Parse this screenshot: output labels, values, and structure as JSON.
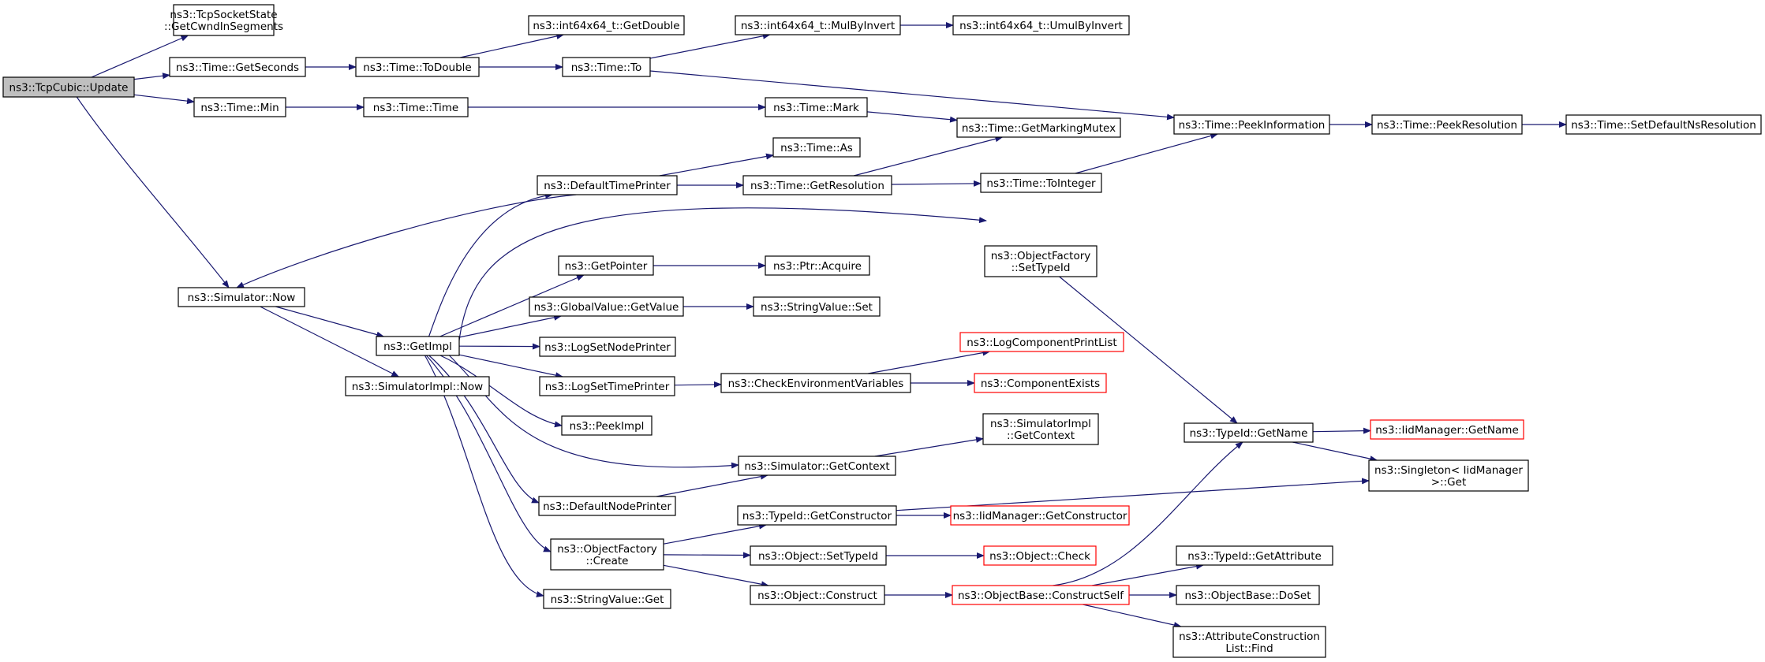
{
  "colors": {
    "edge": "#191970",
    "node_border": "#000000",
    "node_border_missing": "#ff0000",
    "root_fill": "#bfbfbf",
    "node_fill": "#ffffff"
  },
  "nodes": [
    {
      "id": "update",
      "lines": [
        "ns3::TcpCubic::Update"
      ],
      "root": true
    },
    {
      "id": "cwnd",
      "lines": [
        "ns3::TcpSocketState",
        "::GetCwndInSegments"
      ]
    },
    {
      "id": "getseconds",
      "lines": [
        "ns3::Time::GetSeconds"
      ]
    },
    {
      "id": "todouble",
      "lines": [
        "ns3::Time::ToDouble"
      ]
    },
    {
      "id": "getdouble",
      "lines": [
        "ns3::int64x64_t::GetDouble"
      ]
    },
    {
      "id": "to",
      "lines": [
        "ns3::Time::To"
      ]
    },
    {
      "id": "mulbyinv",
      "lines": [
        "ns3::int64x64_t::MulByInvert"
      ]
    },
    {
      "id": "umulbyinv",
      "lines": [
        "ns3::int64x64_t::UmulByInvert"
      ]
    },
    {
      "id": "min",
      "lines": [
        "ns3::Time::Min"
      ]
    },
    {
      "id": "timetime",
      "lines": [
        "ns3::Time::Time"
      ]
    },
    {
      "id": "mark",
      "lines": [
        "ns3::Time::Mark"
      ]
    },
    {
      "id": "mutex",
      "lines": [
        "ns3::Time::GetMarkingMutex"
      ]
    },
    {
      "id": "peekinfo",
      "lines": [
        "ns3::Time::PeekInformation"
      ]
    },
    {
      "id": "peekres",
      "lines": [
        "ns3::Time::PeekResolution"
      ]
    },
    {
      "id": "setdefres",
      "lines": [
        "ns3::Time::SetDefaultNsResolution"
      ]
    },
    {
      "id": "as",
      "lines": [
        "ns3::Time::As"
      ]
    },
    {
      "id": "deftp",
      "lines": [
        "ns3::DefaultTimePrinter"
      ]
    },
    {
      "id": "getres",
      "lines": [
        "ns3::Time::GetResolution"
      ]
    },
    {
      "id": "tointeger",
      "lines": [
        "ns3::Time::ToInteger"
      ]
    },
    {
      "id": "ofsettype",
      "lines": [
        "ns3::ObjectFactory",
        "::SetTypeId"
      ]
    },
    {
      "id": "simnow",
      "lines": [
        "ns3::Simulator::Now"
      ]
    },
    {
      "id": "getpointer",
      "lines": [
        "ns3::GetPointer"
      ]
    },
    {
      "id": "ptracquire",
      "lines": [
        "ns3::Ptr::Acquire"
      ]
    },
    {
      "id": "gvgetvalue",
      "lines": [
        "ns3::GlobalValue::GetValue"
      ]
    },
    {
      "id": "svset",
      "lines": [
        "ns3::StringValue::Set"
      ]
    },
    {
      "id": "getimpl",
      "lines": [
        "ns3::GetImpl"
      ]
    },
    {
      "id": "lsnp",
      "lines": [
        "ns3::LogSetNodePrinter"
      ]
    },
    {
      "id": "lcpl",
      "lines": [
        "ns3::LogComponentPrintList"
      ],
      "missing": true
    },
    {
      "id": "simimplnow",
      "lines": [
        "ns3::SimulatorImpl::Now"
      ]
    },
    {
      "id": "lstp",
      "lines": [
        "ns3::LogSetTimePrinter"
      ]
    },
    {
      "id": "checkenv",
      "lines": [
        "ns3::CheckEnvironmentVariables"
      ]
    },
    {
      "id": "compexists",
      "lines": [
        "ns3::ComponentExists"
      ],
      "missing": true
    },
    {
      "id": "peekimpl",
      "lines": [
        "ns3::PeekImpl"
      ]
    },
    {
      "id": "simimplctx",
      "lines": [
        "ns3::SimulatorImpl",
        "::GetContext"
      ]
    },
    {
      "id": "tidgetname",
      "lines": [
        "ns3::TypeId::GetName"
      ]
    },
    {
      "id": "iidgetname",
      "lines": [
        "ns3::IidManager::GetName"
      ],
      "missing": true
    },
    {
      "id": "simgetctx",
      "lines": [
        "ns3::Simulator::GetContext"
      ]
    },
    {
      "id": "singleton",
      "lines": [
        "ns3::Singleton< IidManager",
        " >::Get"
      ]
    },
    {
      "id": "defnp",
      "lines": [
        "ns3::DefaultNodePrinter"
      ]
    },
    {
      "id": "tidgetctor",
      "lines": [
        "ns3::TypeId::GetConstructor"
      ]
    },
    {
      "id": "iidgetctor",
      "lines": [
        "ns3::IidManager::GetConstructor"
      ],
      "missing": true
    },
    {
      "id": "ofcreate",
      "lines": [
        "ns3::ObjectFactory",
        "::Create"
      ]
    },
    {
      "id": "objsettype",
      "lines": [
        "ns3::Object::SetTypeId"
      ]
    },
    {
      "id": "objcheck",
      "lines": [
        "ns3::Object::Check"
      ],
      "missing": true
    },
    {
      "id": "tidgetattr",
      "lines": [
        "ns3::TypeId::GetAttribute"
      ]
    },
    {
      "id": "obconstructself",
      "lines": [
        "ns3::ObjectBase::ConstructSelf"
      ],
      "missing": true
    },
    {
      "id": "objconstruct",
      "lines": [
        "ns3::Object::Construct"
      ]
    },
    {
      "id": "obdoset",
      "lines": [
        "ns3::ObjectBase::DoSet"
      ]
    },
    {
      "id": "svget",
      "lines": [
        "ns3::StringValue::Get"
      ]
    },
    {
      "id": "acfind",
      "lines": [
        "ns3::AttributeConstruction",
        "List::Find"
      ]
    }
  ],
  "edges": [
    [
      "update",
      "cwnd"
    ],
    [
      "update",
      "getseconds"
    ],
    [
      "update",
      "min"
    ],
    [
      "update",
      "simnow"
    ],
    [
      "getseconds",
      "todouble"
    ],
    [
      "todouble",
      "getdouble"
    ],
    [
      "todouble",
      "to"
    ],
    [
      "to",
      "mulbyinv"
    ],
    [
      "to",
      "peekinfo"
    ],
    [
      "mulbyinv",
      "umulbyinv"
    ],
    [
      "min",
      "timetime"
    ],
    [
      "timetime",
      "mark"
    ],
    [
      "mark",
      "mutex"
    ],
    [
      "peekinfo",
      "peekres"
    ],
    [
      "peekres",
      "setdefres"
    ],
    [
      "deftp",
      "as"
    ],
    [
      "deftp",
      "getres"
    ],
    [
      "deftp",
      "simnow"
    ],
    [
      "getres",
      "mutex"
    ],
    [
      "getres",
      "tointeger"
    ],
    [
      "tointeger",
      "peekinfo"
    ],
    [
      "simnow",
      "getimpl"
    ],
    [
      "simnow",
      "simimplnow"
    ],
    [
      "getimpl",
      "deftp"
    ],
    [
      "getimpl",
      "ofsettype"
    ],
    [
      "getimpl",
      "getpointer"
    ],
    [
      "getimpl",
      "gvgetvalue"
    ],
    [
      "getimpl",
      "lsnp"
    ],
    [
      "getimpl",
      "lstp"
    ],
    [
      "getimpl",
      "peekimpl"
    ],
    [
      "getimpl",
      "simgetctx"
    ],
    [
      "getimpl",
      "defnp"
    ],
    [
      "getimpl",
      "ofcreate"
    ],
    [
      "getimpl",
      "svget"
    ],
    [
      "getpointer",
      "ptracquire"
    ],
    [
      "gvgetvalue",
      "svset"
    ],
    [
      "lstp",
      "checkenv"
    ],
    [
      "checkenv",
      "lcpl"
    ],
    [
      "checkenv",
      "compexists"
    ],
    [
      "ofsettype",
      "tidgetname"
    ],
    [
      "tidgetname",
      "iidgetname"
    ],
    [
      "tidgetname",
      "singleton"
    ],
    [
      "simgetctx",
      "simimplctx"
    ],
    [
      "defnp",
      "simgetctx"
    ],
    [
      "ofcreate",
      "tidgetctor"
    ],
    [
      "ofcreate",
      "objsettype"
    ],
    [
      "ofcreate",
      "objconstruct"
    ],
    [
      "tidgetctor",
      "iidgetctor"
    ],
    [
      "tidgetctor",
      "singleton"
    ],
    [
      "objsettype",
      "objcheck"
    ],
    [
      "objconstruct",
      "obconstructself"
    ],
    [
      "obconstructself",
      "tidgetattr"
    ],
    [
      "obconstructself",
      "obdoset"
    ],
    [
      "obconstructself",
      "acfind"
    ],
    [
      "obconstructself",
      "tidgetname"
    ]
  ]
}
